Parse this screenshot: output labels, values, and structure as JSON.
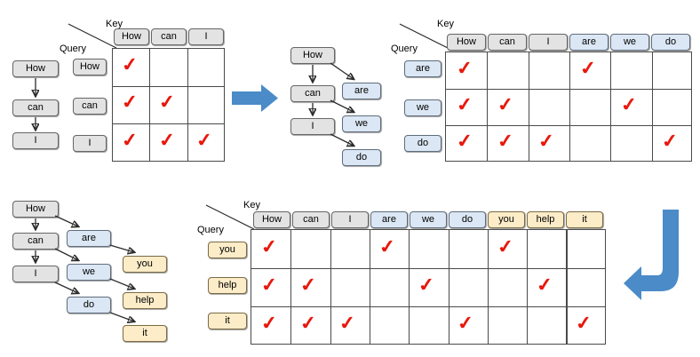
{
  "meta": {
    "title": "Incremental self-attention mask expansion diagram",
    "accent_blue": "#4a8bc8",
    "check_red": "#e8180c",
    "gray_token": "#e3e3e3",
    "blue_token": "#dbe7f4",
    "tan_token": "#fcecc8"
  },
  "labels": {
    "key": "Key",
    "query": "Query"
  },
  "tokens": {
    "how": "How",
    "can": "can",
    "i": "I",
    "are": "are",
    "we": "we",
    "do": "do",
    "you": "you",
    "help": "help",
    "it": "it"
  },
  "check_glyph": "✓",
  "panels": [
    {
      "id": "top-left",
      "tree": {
        "nodes": [
          {
            "label": "How",
            "style": "gray"
          },
          {
            "label": "can",
            "style": "gray"
          },
          {
            "label": "I",
            "style": "gray"
          }
        ],
        "edges": [
          [
            "How",
            "can"
          ],
          [
            "can",
            "I"
          ]
        ]
      },
      "matrix": {
        "columns": [
          {
            "label": "How",
            "style": "gray"
          },
          {
            "label": "can",
            "style": "gray"
          },
          {
            "label": "I",
            "style": "gray"
          }
        ],
        "rows": [
          {
            "label": "How",
            "style": "gray",
            "checks": [
              true,
              false,
              false
            ]
          },
          {
            "label": "can",
            "style": "gray",
            "checks": [
              true,
              true,
              false
            ]
          },
          {
            "label": "I",
            "style": "gray",
            "checks": [
              true,
              true,
              true
            ]
          }
        ]
      }
    },
    {
      "id": "top-middle",
      "tree": {
        "nodes": [
          {
            "label": "How",
            "style": "gray"
          },
          {
            "label": "can",
            "style": "gray"
          },
          {
            "label": "I",
            "style": "gray"
          },
          {
            "label": "are",
            "style": "blue"
          },
          {
            "label": "we",
            "style": "blue"
          },
          {
            "label": "do",
            "style": "blue"
          }
        ],
        "edges": [
          [
            "How",
            "can"
          ],
          [
            "can",
            "I"
          ],
          [
            "How",
            "are"
          ],
          [
            "can",
            "we"
          ],
          [
            "I",
            "do"
          ]
        ]
      }
    },
    {
      "id": "top-right",
      "matrix": {
        "columns": [
          {
            "label": "How",
            "style": "gray"
          },
          {
            "label": "can",
            "style": "gray"
          },
          {
            "label": "I",
            "style": "gray"
          },
          {
            "label": "are",
            "style": "blue"
          },
          {
            "label": "we",
            "style": "blue"
          },
          {
            "label": "do",
            "style": "blue"
          }
        ],
        "rows": [
          {
            "label": "are",
            "style": "blue",
            "checks": [
              true,
              false,
              false,
              true,
              false,
              false
            ]
          },
          {
            "label": "we",
            "style": "blue",
            "checks": [
              true,
              true,
              false,
              false,
              true,
              false
            ]
          },
          {
            "label": "do",
            "style": "blue",
            "checks": [
              true,
              true,
              true,
              false,
              false,
              true
            ]
          }
        ]
      }
    },
    {
      "id": "bottom-left",
      "tree": {
        "nodes": [
          {
            "label": "How",
            "style": "gray"
          },
          {
            "label": "can",
            "style": "gray"
          },
          {
            "label": "I",
            "style": "gray"
          },
          {
            "label": "are",
            "style": "blue"
          },
          {
            "label": "we",
            "style": "blue"
          },
          {
            "label": "do",
            "style": "blue"
          },
          {
            "label": "you",
            "style": "tan"
          },
          {
            "label": "help",
            "style": "tan"
          },
          {
            "label": "it",
            "style": "tan"
          }
        ],
        "edges": [
          [
            "How",
            "can"
          ],
          [
            "can",
            "I"
          ],
          [
            "How",
            "are"
          ],
          [
            "can",
            "we"
          ],
          [
            "I",
            "do"
          ],
          [
            "are",
            "you"
          ],
          [
            "we",
            "help"
          ],
          [
            "do",
            "it"
          ]
        ]
      }
    },
    {
      "id": "bottom-right",
      "matrix": {
        "columns": [
          {
            "label": "How",
            "style": "gray"
          },
          {
            "label": "can",
            "style": "gray"
          },
          {
            "label": "I",
            "style": "gray"
          },
          {
            "label": "are",
            "style": "blue"
          },
          {
            "label": "we",
            "style": "blue"
          },
          {
            "label": "do",
            "style": "blue"
          },
          {
            "label": "you",
            "style": "tan"
          },
          {
            "label": "help",
            "style": "tan"
          },
          {
            "label": "it",
            "style": "tan"
          }
        ],
        "rows": [
          {
            "label": "you",
            "style": "tan",
            "checks": [
              true,
              false,
              false,
              true,
              false,
              false,
              true,
              false,
              false
            ]
          },
          {
            "label": "help",
            "style": "tan",
            "checks": [
              true,
              true,
              false,
              false,
              true,
              false,
              false,
              true,
              false
            ]
          },
          {
            "label": "it",
            "style": "tan",
            "checks": [
              true,
              true,
              true,
              false,
              false,
              true,
              false,
              false,
              true
            ]
          }
        ]
      }
    }
  ],
  "flow_arrows": [
    {
      "id": "arrow-right",
      "direction": "right"
    },
    {
      "id": "arrow-down-left",
      "direction": "down-left"
    }
  ]
}
